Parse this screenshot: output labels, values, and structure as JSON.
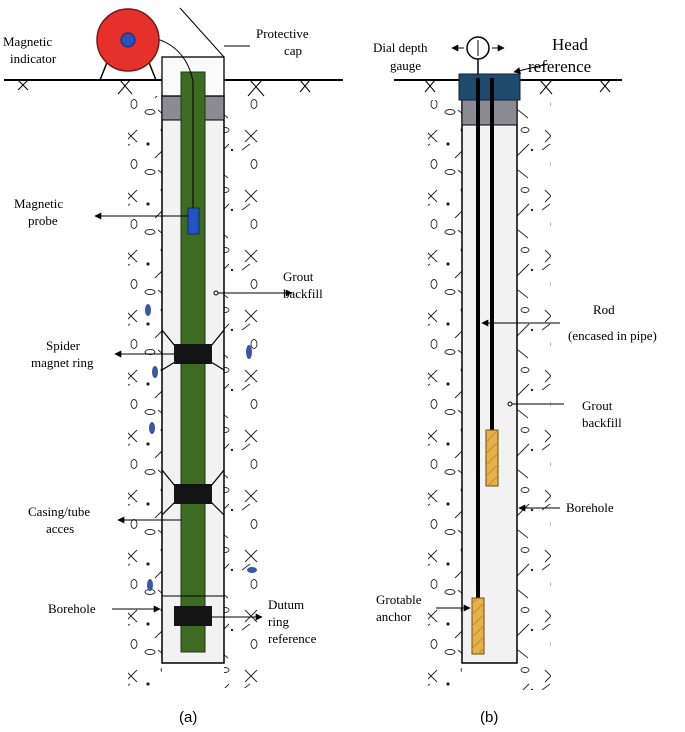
{
  "diagram_a": {
    "caption": "(a)",
    "labels": {
      "magnetic_indicator": [
        "Magnetic",
        "indicator"
      ],
      "protective_cap": [
        "Protective",
        "cap"
      ],
      "magnetic_probe": [
        "Magnetic",
        "probe"
      ],
      "grout_backfill": [
        "Grout",
        "backfill"
      ],
      "spider_magnet_ring": [
        "Spider",
        "magnet ring"
      ],
      "casing_tube": [
        "Casing/tube",
        "acces"
      ],
      "borehole": [
        "Borehole"
      ],
      "datum_ring": [
        "Dutum",
        "ring",
        "reference"
      ]
    },
    "colors": {
      "indicator": "#e8302a",
      "tube": "#3d6b22",
      "probe": "#2453c4",
      "ring": "#141414"
    }
  },
  "diagram_b": {
    "caption": "(b)",
    "labels": {
      "dial_depth_gauge": [
        "Dial depth",
        "gauge"
      ],
      "head_reference": [
        "Head",
        "reference"
      ],
      "rod": [
        "Rod",
        "(encased in pipe)"
      ],
      "grout_backfill": [
        "Grout",
        "backfill"
      ],
      "borehole": [
        "Borehole"
      ],
      "grotable_anchor": [
        "Grotable",
        "anchor"
      ]
    },
    "colors": {
      "head": "#1e4a6e",
      "anchor": "#e5b14a"
    }
  }
}
